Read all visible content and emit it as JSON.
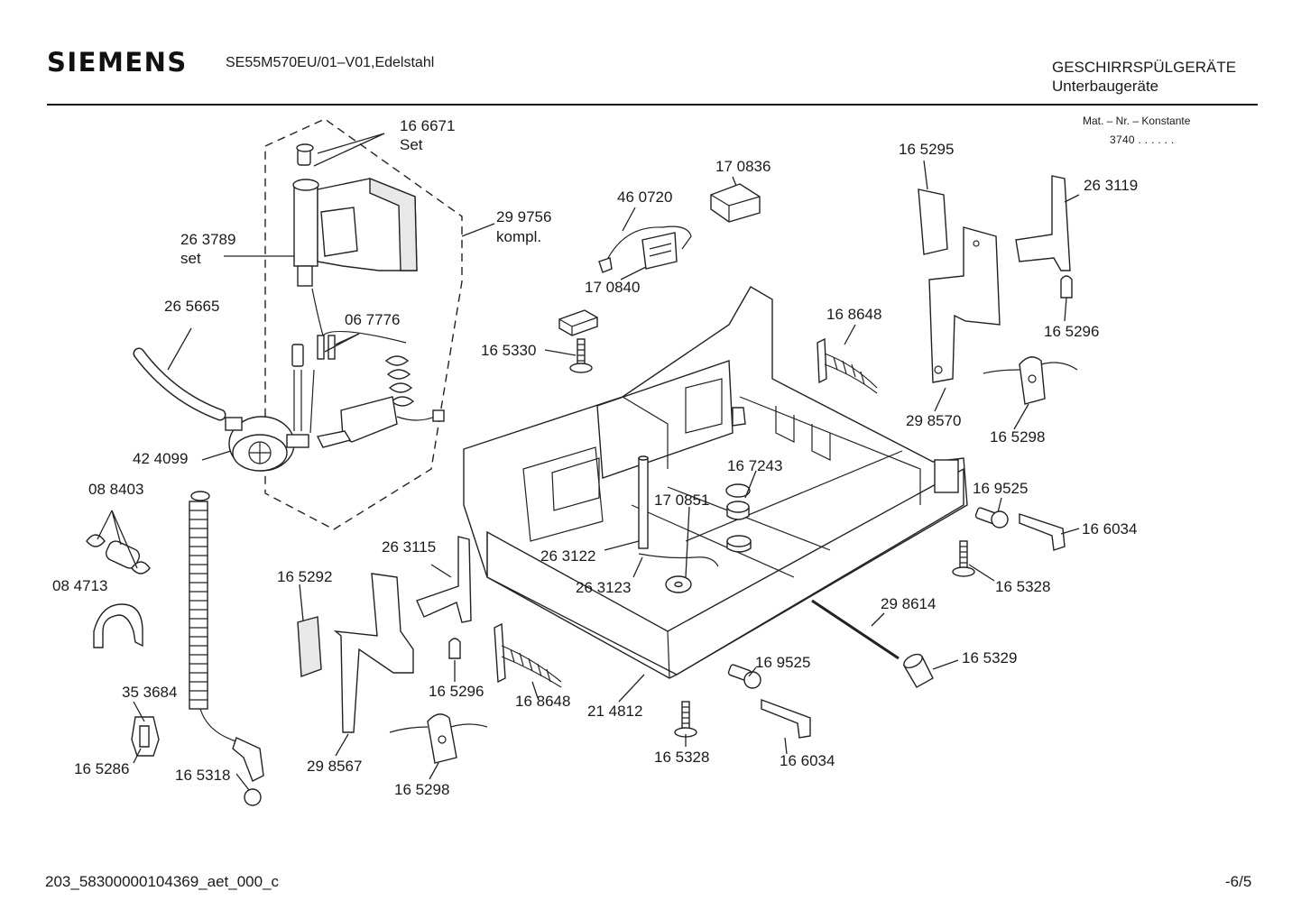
{
  "header": {
    "brand": "SIEMENS",
    "model": "SE55M570EU/01–V01,Edelstahl",
    "category_line1": "GESCHIRRSPÜLGERÄTE",
    "category_line2": "Unterbaugeräte",
    "mat_label": "Mat. – Nr. – Konstante",
    "mat_value": "3740 . . . . . ."
  },
  "footer": {
    "doc_id": "203_58300000104369_aet_000_c",
    "page": "-6/5"
  },
  "labels": {
    "p166671": "16 6671",
    "set1": "Set",
    "p263789": "26 3789",
    "set2": "set",
    "p299756": "29 9756",
    "kompl": "kompl.",
    "p265665": "26 5665",
    "p067776": "06 7776",
    "p424099": "42 4099",
    "p088403": "08 8403",
    "p084713": "08 4713",
    "p353684": "35 3684",
    "p165286": "16 5286",
    "p165318": "16 5318",
    "p165292": "16 5292",
    "p263115": "26 3115",
    "p298567": "29 8567",
    "p165296a": "16 5296",
    "p165298a": "16 5298",
    "p168648a": "16 8648",
    "p214812": "21 4812",
    "p460720": "46 0720",
    "p170836": "17 0836",
    "p170840": "17 0840",
    "p165330": "16 5330",
    "p263122": "26 3122",
    "p263123": "26 3123",
    "p170851": "17 0851",
    "p167243": "16 7243",
    "p168648b": "16 8648",
    "p165295": "16 5295",
    "p263119": "26 3119",
    "p165296b": "16 5296",
    "p298570": "29 8570",
    "p165298b": "16 5298",
    "p169525a": "16 9525",
    "p166034a": "16 6034",
    "p165328a": "16 5328",
    "p298614": "29 8614",
    "p165329": "16 5329",
    "p169525b": "16 9525",
    "p165328b": "16 5328",
    "p166034b": "16 6034"
  }
}
